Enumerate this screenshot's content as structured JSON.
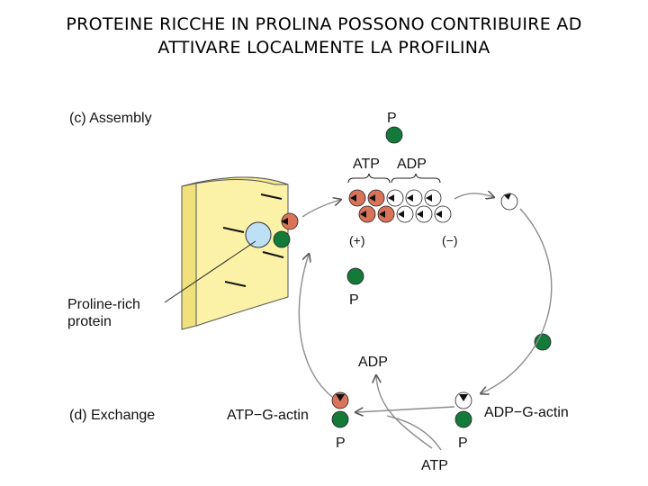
{
  "title": {
    "line1": "PROTEINE RICCHE IN PROLINA POSSONO CONTRIBUIRE AD",
    "line2": "ATTIVARE LOCALMENTE LA PROFILINA"
  },
  "labels": {
    "assembly": "(c)  Assembly",
    "exchange": "(d)  Exchange",
    "atp_top": "ATP",
    "adp_top": "ADP",
    "plus_end": "(+)",
    "minus_end": "(−)",
    "p_top": "P",
    "p_mid": "P",
    "proline_line1": "Proline-rich",
    "proline_line2": "protein",
    "adp_mid": "ADP",
    "atp_g_actin": "ATP−G-actin",
    "adp_g_actin": "ADP−G-actin",
    "p_left_bottom": "P",
    "p_right_bottom": "P",
    "atp_bottom": "ATP"
  },
  "colors": {
    "membrane": "#fbf2a8",
    "membrane_side": "#f1e17c",
    "profilin": "#147a3a",
    "atp_actin": "#d9745a",
    "adp_actin": "#ffffff",
    "proline_protein": "#bde0f4",
    "arrow": "#8c8c8c"
  }
}
